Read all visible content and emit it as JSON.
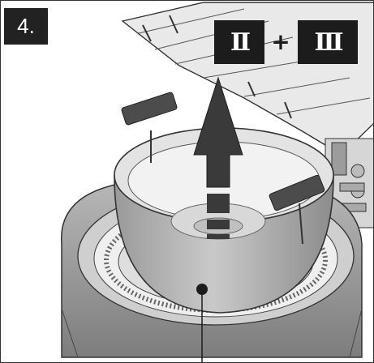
{
  "step": {
    "number_label": "4."
  },
  "parts": {
    "first": "II",
    "operator": "+",
    "second": "III"
  }
}
